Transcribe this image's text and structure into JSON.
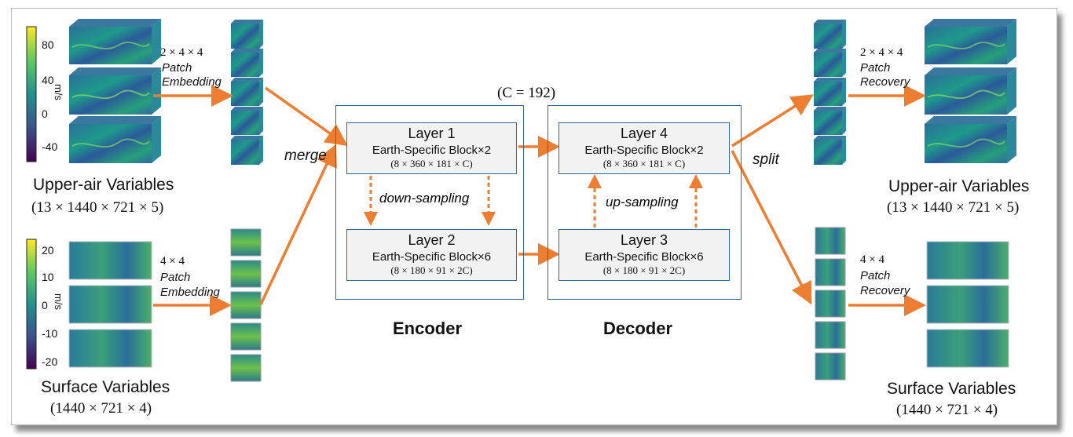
{
  "figure": {
    "c_eq": "(C = 192)",
    "encoder_label": "Encoder",
    "decoder_label": "Decoder",
    "merge_label": "merge",
    "split_label": "split",
    "downsampling_label": "down-sampling",
    "upsampling_label": "up-sampling"
  },
  "input": {
    "upper": {
      "title": "Upper-air Variables",
      "dims": "(13 × 1440 × 721 × 5)",
      "patch_size": "2 × 4 × 4",
      "op_line1": "Patch",
      "op_line2": "Embedding",
      "colorbar_ticks": [
        "80",
        "40",
        "0",
        "-40"
      ],
      "unit": "m/s"
    },
    "surface": {
      "title": "Surface Variables",
      "dims": "(1440 × 721 × 4)",
      "patch_size": "4 × 4",
      "op_line1": "Patch",
      "op_line2": "Embedding",
      "colorbar_ticks": [
        "20",
        "10",
        "0",
        "-10",
        "-20"
      ],
      "unit": "m/s"
    }
  },
  "output": {
    "upper": {
      "title": "Upper-air Variables",
      "dims": "(13 × 1440 × 721 × 5)",
      "patch_size": "2 × 4 × 4",
      "op_line1": "Patch",
      "op_line2": "Recovery"
    },
    "surface": {
      "title": "Surface Variables",
      "dims": "(1440 × 721 × 4)",
      "patch_size": "4 × 4",
      "op_line1": "Patch",
      "op_line2": "Recovery"
    }
  },
  "layers": [
    {
      "title": "Layer 1",
      "block": "Earth-Specific Block×2",
      "dims": "(8 × 360 × 181 × C)"
    },
    {
      "title": "Layer 2",
      "block": "Earth-Specific Block×6",
      "dims": "(8 × 180 × 91 × 2C)"
    },
    {
      "title": "Layer 3",
      "block": "Earth-Specific Block×6",
      "dims": "(8 × 180 × 91 × 2C)"
    },
    {
      "title": "Layer 4",
      "block": "Earth-Specific Block×2",
      "dims": "(8 × 360 × 181 × C)"
    }
  ],
  "colors": {
    "arrow": "#ed7d31",
    "box_border": "#2e6a9e",
    "layer_fill": "#f2f2f2",
    "field_dark": "#2f4f8f",
    "field_mid": "#1f8a8a",
    "field_light": "#6cc24a"
  }
}
